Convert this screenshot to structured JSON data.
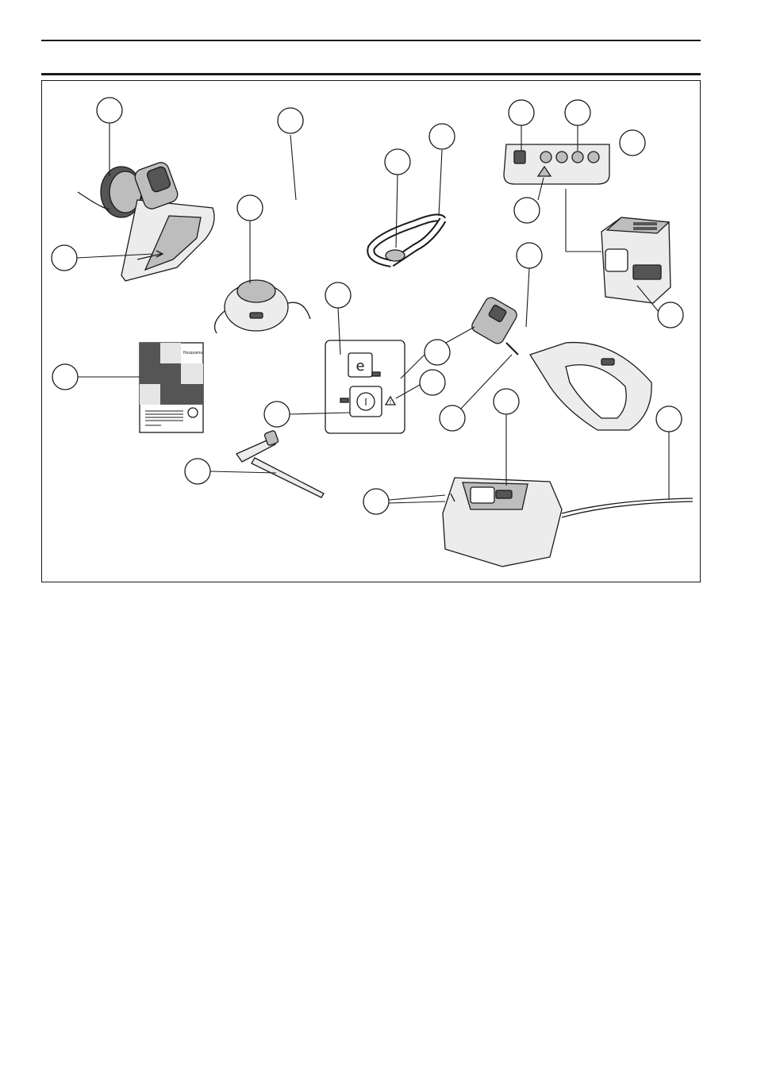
{
  "document": {
    "figure": {
      "description_icons": [
        "trimmer-head-icon",
        "shaft-icon",
        "loop-handle-icon",
        "keypad-icon",
        "battery-icon",
        "charger-icon",
        "manual-icon",
        "combination-spanner-icon"
      ],
      "manual": {
        "brand_text": "Husqvarna"
      },
      "keypad": {
        "eco_symbol": "e",
        "power_symbol": "I",
        "warning_symbol": "!"
      },
      "colors": {
        "line": "#1a1a1a",
        "fill_light": "#e6e6e6",
        "fill_mid": "#b0b0b0",
        "fill_dark": "#555555"
      }
    }
  }
}
